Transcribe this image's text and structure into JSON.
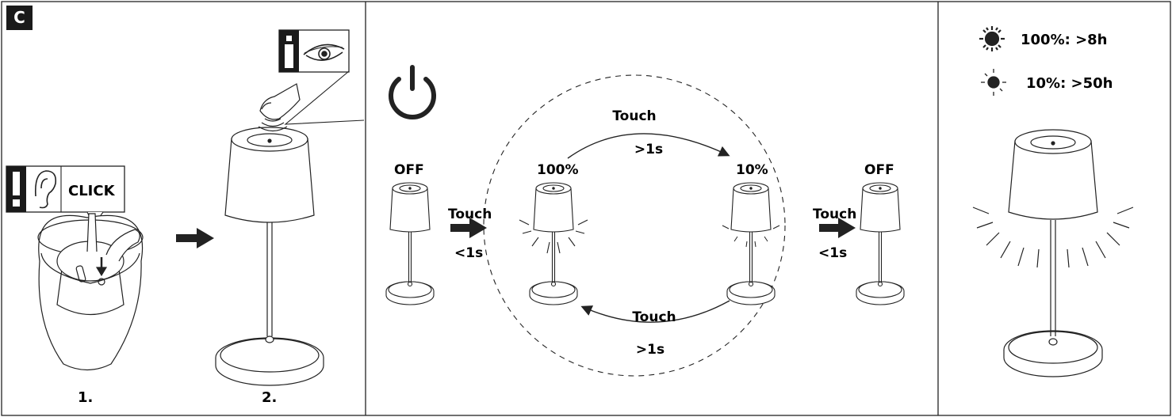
{
  "section_badge": "C",
  "panel1": {
    "click_label": "CLICK",
    "step1_label": "1.",
    "step2_label": "2."
  },
  "panel2": {
    "off_left": "OFF",
    "off_right": "OFF",
    "brightness_full": "100%",
    "brightness_low": "10%",
    "touch_top": "Touch",
    "touch_top_time": ">1s",
    "touch_bottom": "Touch",
    "touch_bottom_time": ">1s",
    "touch_left": "Touch",
    "touch_left_time": "<1s",
    "touch_right": "Touch",
    "touch_right_time": "<1s"
  },
  "panel3": {
    "runtime_full": "100%: >8h",
    "runtime_low": "10%: >50h"
  },
  "icons": [
    "info-icon",
    "eye-icon",
    "warning-icon",
    "ear-icon",
    "power-icon",
    "sun-icon",
    "dim-sun-icon",
    "arrow-right-icon",
    "arrow-down-icon",
    "lamp-icon",
    "finger-icon"
  ],
  "colors": {
    "line": "#222222",
    "badge": "#1a1a1a",
    "background": "#ffffff"
  }
}
